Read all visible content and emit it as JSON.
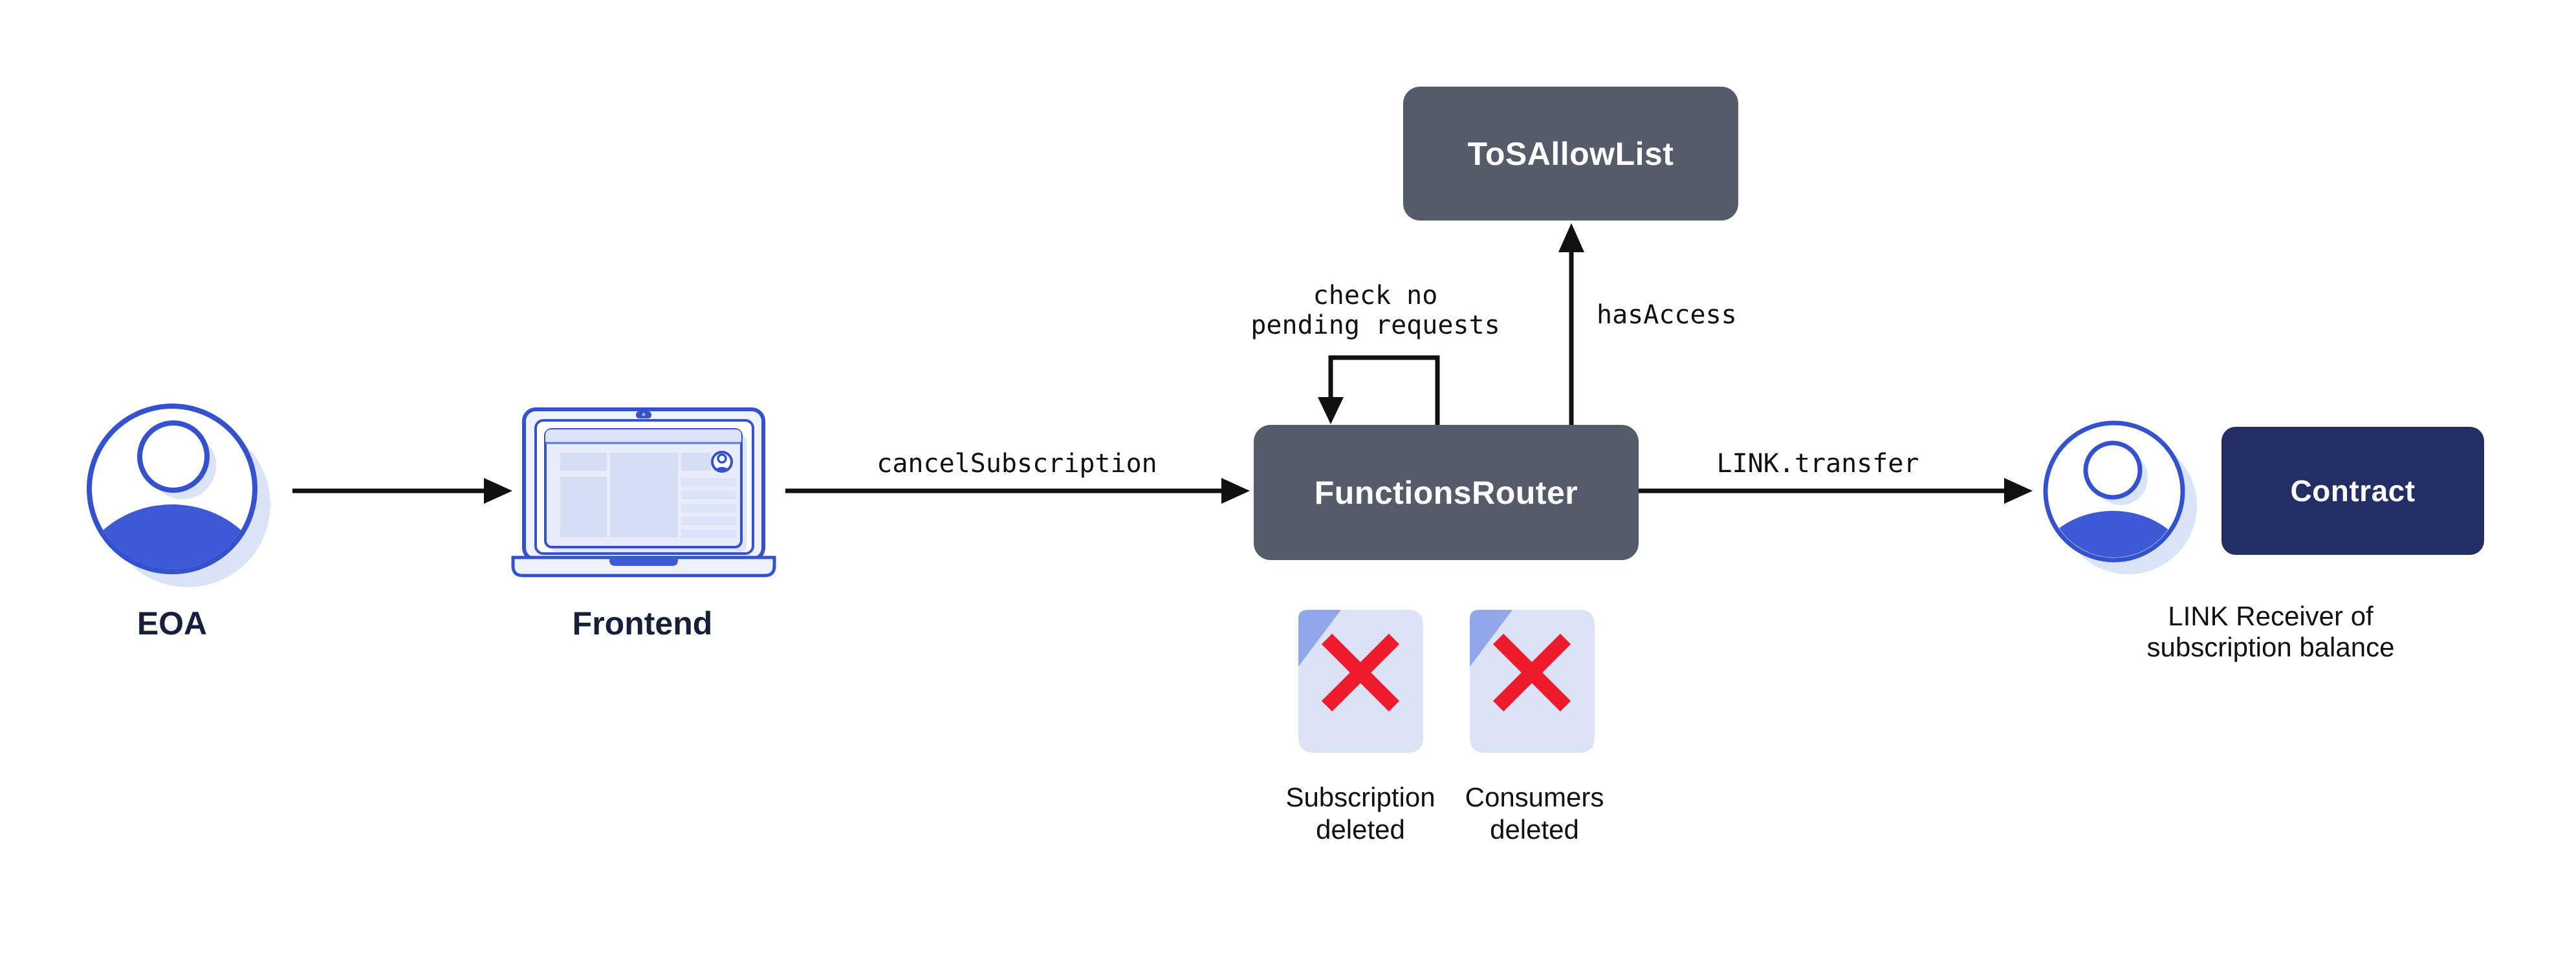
{
  "diagram": {
    "nodes": {
      "eoa": {
        "label": "EOA"
      },
      "frontend": {
        "label": "Frontend"
      },
      "functions_router": {
        "label": "FunctionsRouter"
      },
      "tos_allow_list": {
        "label": "ToSAllowList"
      },
      "contract": {
        "label": "Contract"
      },
      "link_receiver": {
        "caption_line1": "LINK Receiver of",
        "caption_line2": "subscription balance"
      }
    },
    "edges": {
      "frontend_to_router": {
        "label": "cancelSubscription"
      },
      "router_self_loop": {
        "label_line1": "check no",
        "label_line2": "pending requests"
      },
      "router_to_tos": {
        "label": "hasAccess"
      },
      "router_to_receiver": {
        "label": "LINK.transfer"
      }
    },
    "artifacts": {
      "subscription_deleted": {
        "line1": "Subscription",
        "line2": "deleted"
      },
      "consumers_deleted": {
        "line1": "Consumers",
        "line2": "deleted"
      }
    },
    "colors": {
      "node_slate": "#555b69",
      "node_navy": "#232d66",
      "accent_blue_stroke": "#3452cf",
      "accent_blue_fill": "#3d59d6",
      "soft_shadow_blue": "#dbe3f8",
      "screen_fill": "#e9edfb",
      "screen_block_fill": "#d6def6",
      "doc_fill": "#dce3f7",
      "doc_fold": "#92a7e9",
      "delete_red": "#ee1b2c",
      "label_navy": "#191f3a",
      "arrow_black": "#111111",
      "background": "#ffffff"
    }
  }
}
